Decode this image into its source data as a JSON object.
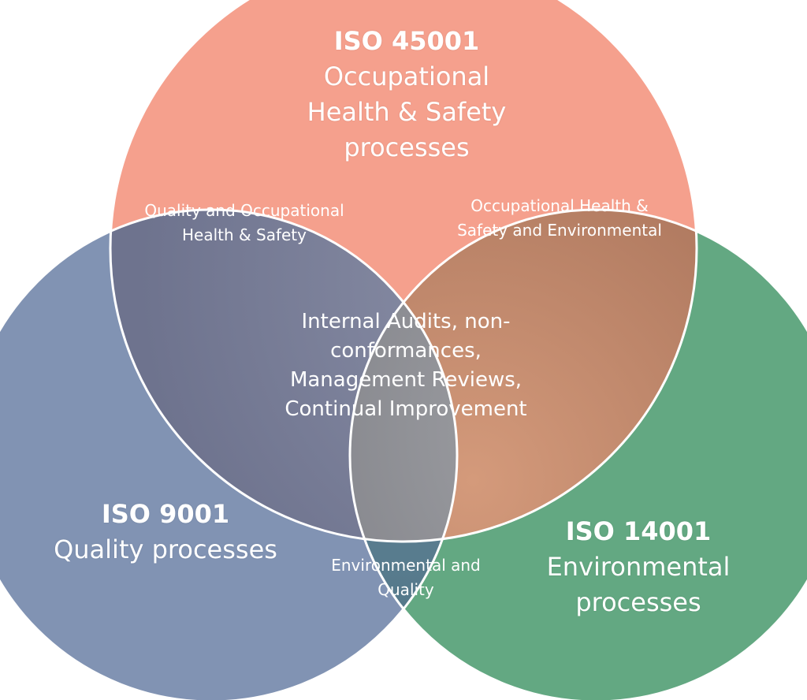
{
  "diagram": {
    "sets": [
      {
        "id": "ohs",
        "code": "ISO 45001",
        "description": "Occupational Health & Safety processes",
        "color": "#F5A08D"
      },
      {
        "id": "quality",
        "code": "ISO 9001",
        "description": "Quality processes",
        "color": "#8193B3"
      },
      {
        "id": "environmental",
        "code": "ISO 14001",
        "description": "Environmental processes",
        "color": "#63A882"
      }
    ],
    "intersections": {
      "quality_ohs": "Quality and Occupational Health & Safety",
      "ohs_environmental": "Occupational Health & Safety and Environmental",
      "environmental_quality": "Environmental and Quality",
      "all": "Internal Audits, non-conformances, Management Reviews, Continual Improvement"
    },
    "region_colors": {
      "quality_ohs": "#747893",
      "ohs_environmental": "#B98368",
      "environmental_quality": "#587A8B",
      "all": "#8F9095",
      "outline": "#FFFFFF"
    }
  }
}
